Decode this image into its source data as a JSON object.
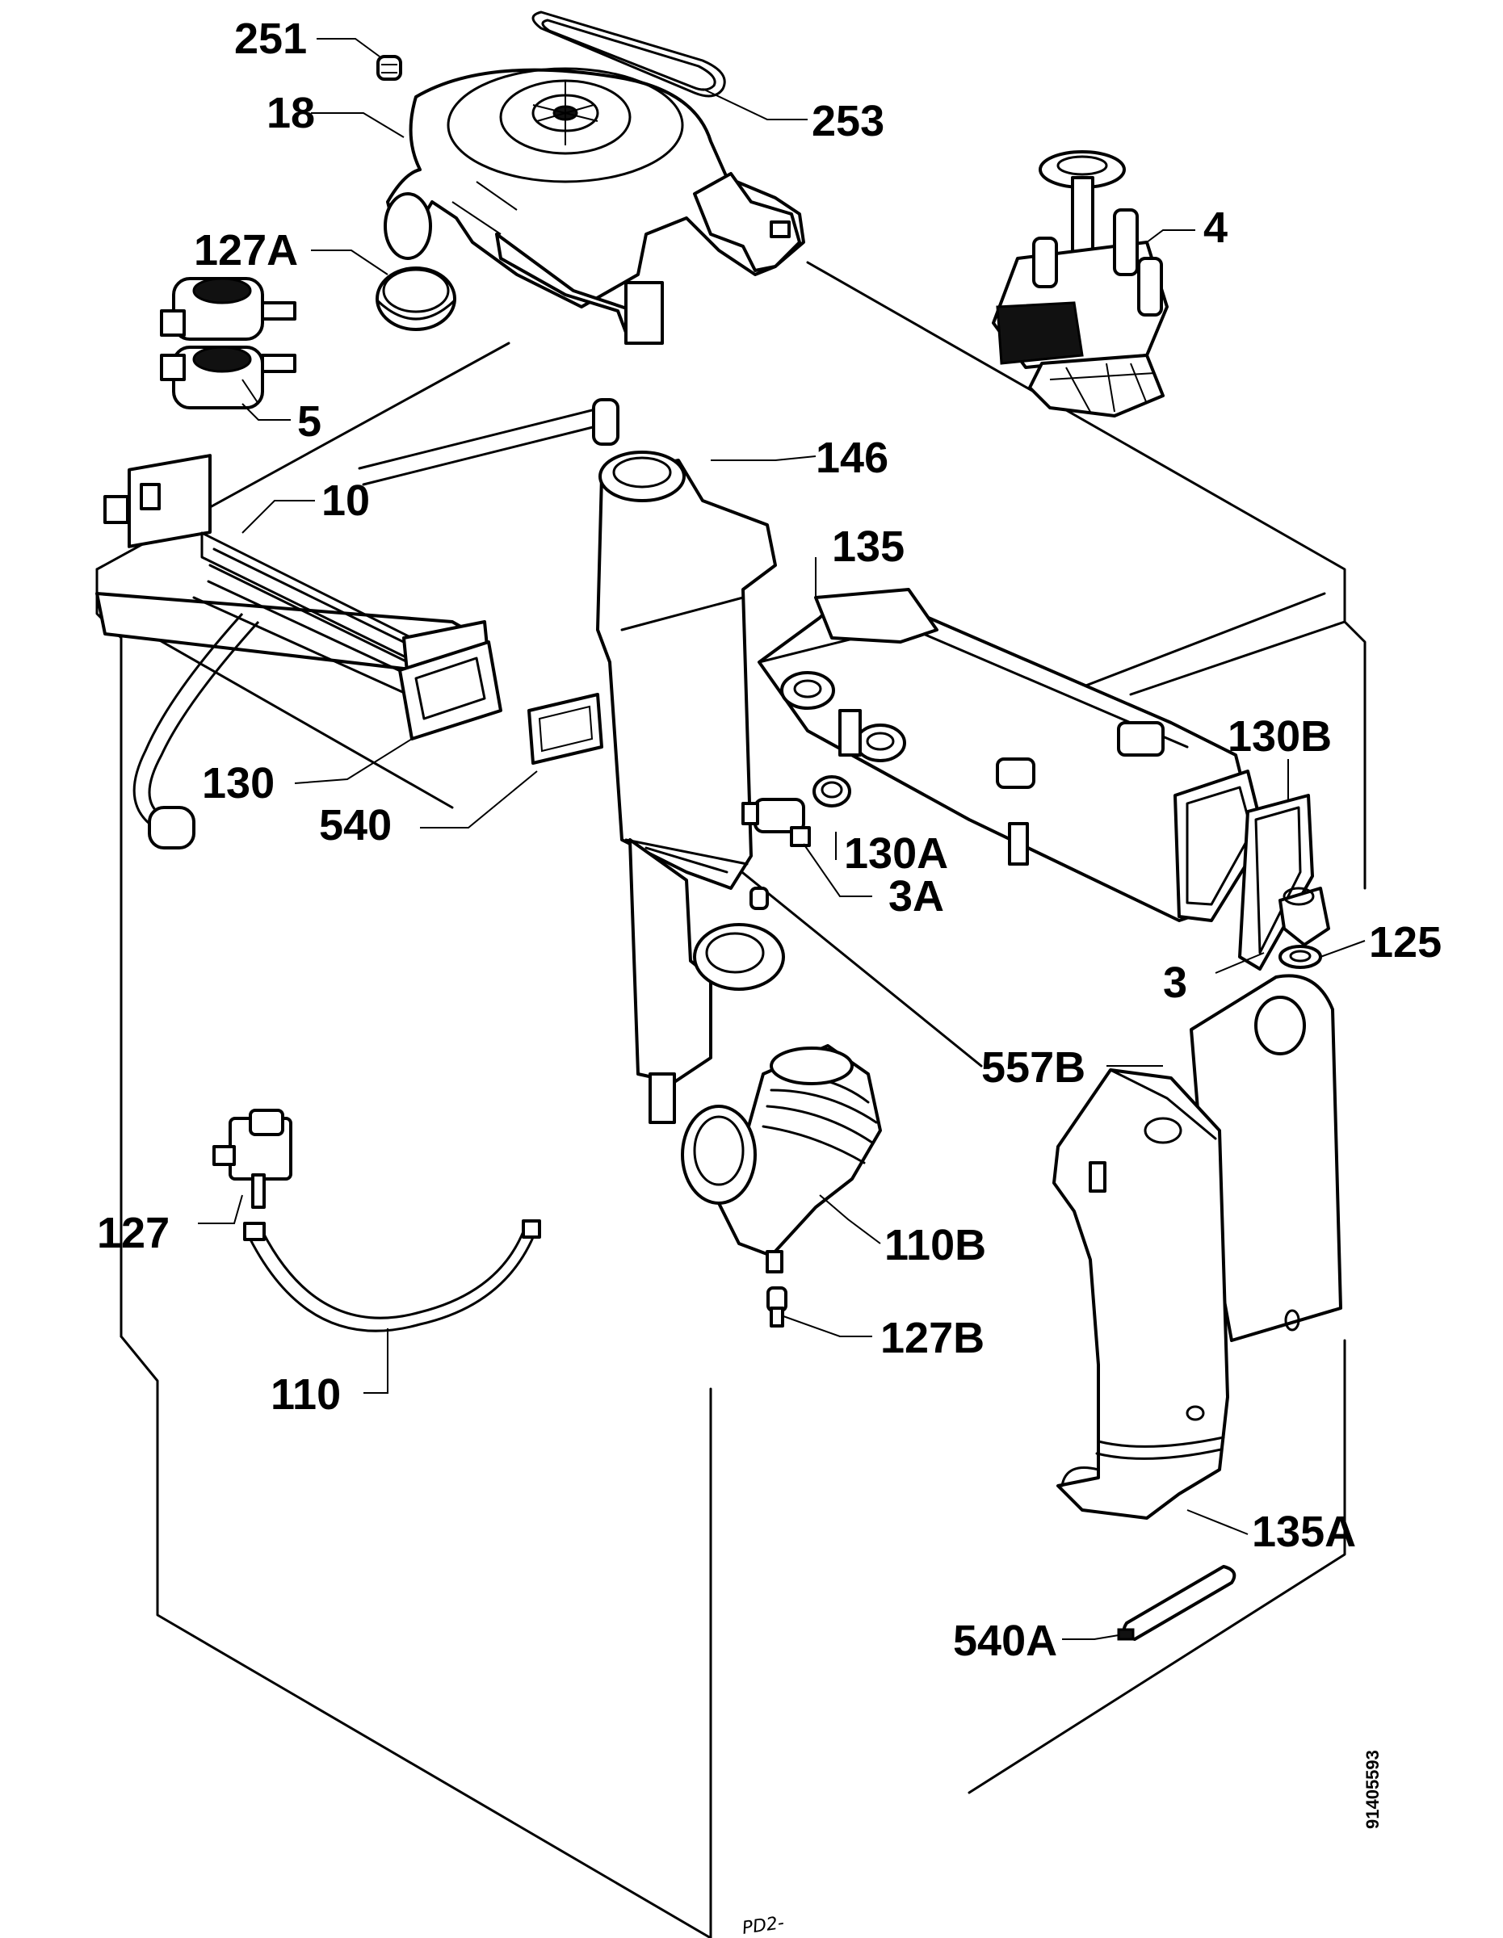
{
  "labels": {
    "l251": "251",
    "l253": "253",
    "l18": "18",
    "l4": "4",
    "l127A": "127A",
    "l5": "5",
    "l146": "146",
    "l10": "10",
    "l135": "135",
    "l130B": "130B",
    "l130": "130",
    "l540": "540",
    "l130A": "130A",
    "l3A": "3A",
    "l125": "125",
    "l3": "3",
    "l557B": "557B",
    "l127": "127",
    "l110B": "110B",
    "l127B": "127B",
    "l110": "110",
    "l135A": "135A",
    "l540A": "540A"
  },
  "document_number": "91405593",
  "handwritten_note": "PD2-"
}
